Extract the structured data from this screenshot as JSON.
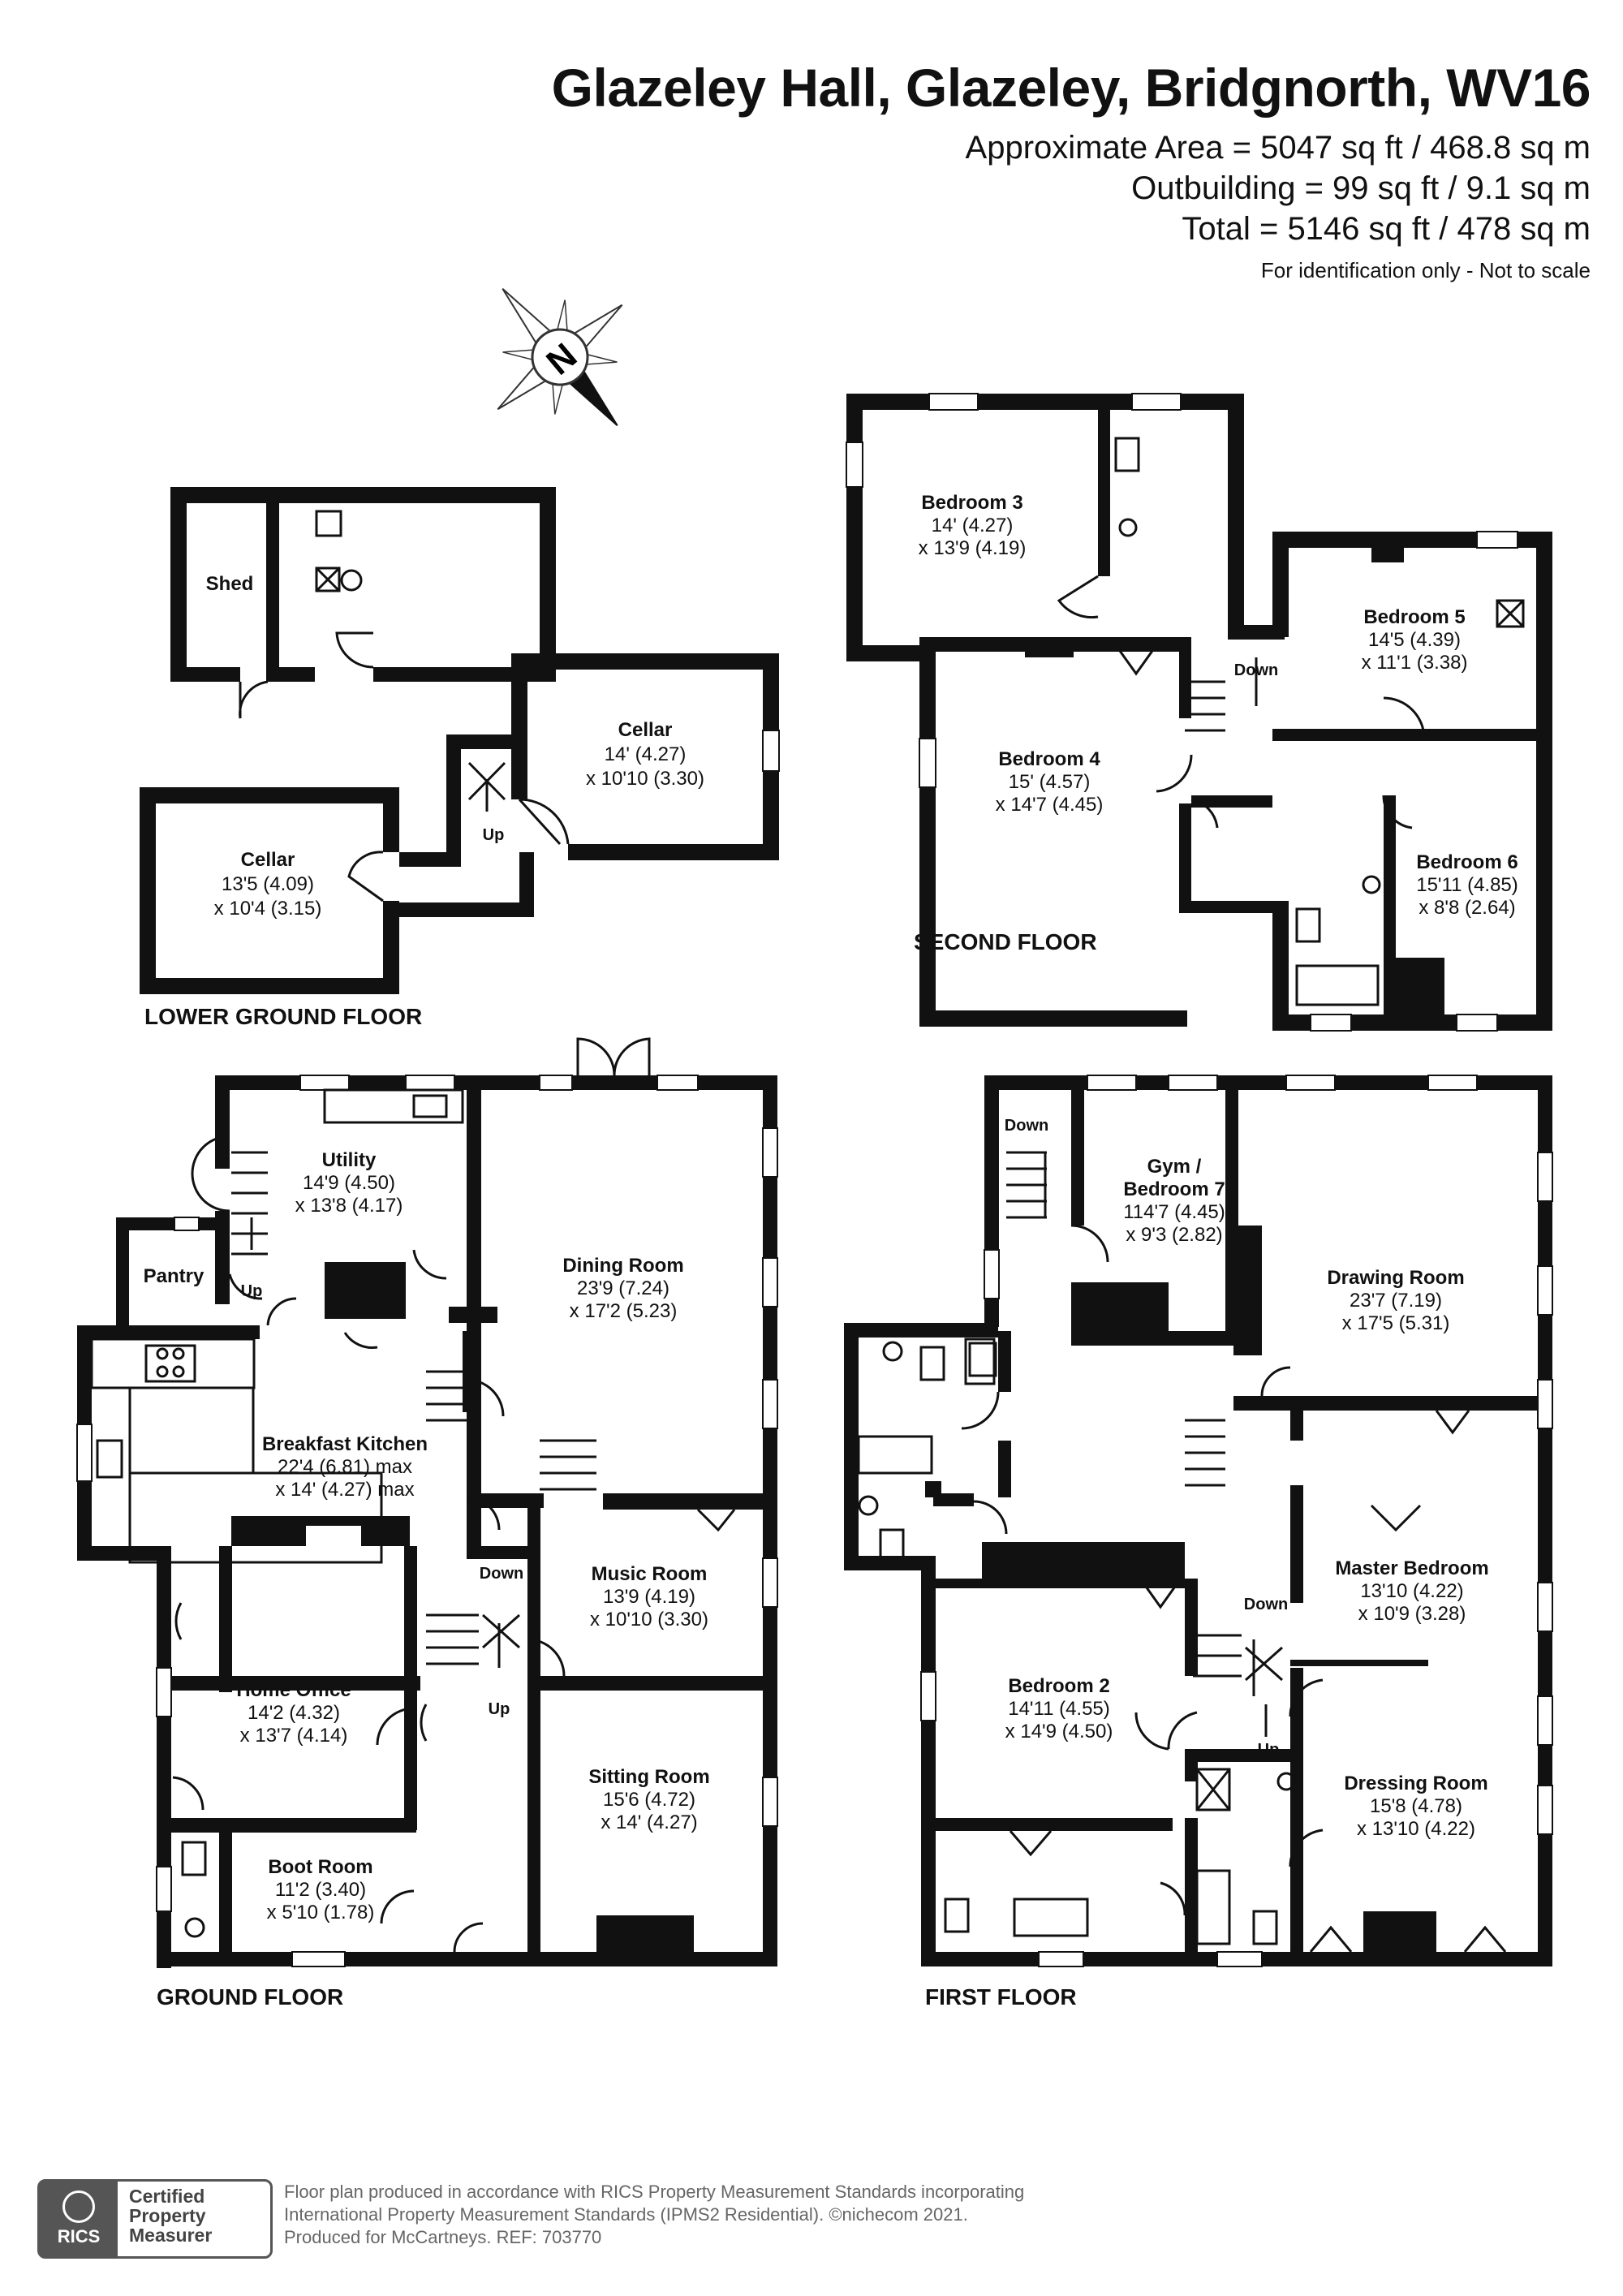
{
  "header": {
    "title": "Glazeley Hall, Glazeley, Bridgnorth, WV16",
    "area_main": "Approximate Area = 5047 sq ft / 468.8 sq m",
    "area_outbuilding": "Outbuilding = 99 sq ft / 9.1 sq m",
    "area_total": "Total = 5146 sq ft / 478 sq m",
    "note": "For identification only - Not to scale"
  },
  "compass": {
    "letter": "N"
  },
  "floors": {
    "lower_ground": "LOWER GROUND FLOOR",
    "ground": "GROUND FLOOR",
    "first": "FIRST FLOOR",
    "second": "SECOND FLOOR"
  },
  "outbuilding": {
    "shed": "Shed"
  },
  "lower_ground": {
    "cellar1": {
      "name": "Cellar",
      "d1": "13'5 (4.09)",
      "d2": "x 10'4 (3.15)"
    },
    "cellar2": {
      "name": "Cellar",
      "d1": "14' (4.27)",
      "d2": "x 10'10 (3.30)"
    },
    "up": "Up"
  },
  "ground": {
    "utility": {
      "name": "Utility",
      "d1": "14'9 (4.50)",
      "d2": "x 13'8 (4.17)"
    },
    "pantry": "Pantry",
    "dining": {
      "name": "Dining Room",
      "d1": "23'9 (7.24)",
      "d2": "x 17'2 (5.23)"
    },
    "kitchen": {
      "name": "Breakfast Kitchen",
      "d1": "22'4 (6.81) max",
      "d2": "x 14' (4.27) max"
    },
    "music": {
      "name": "Music Room",
      "d1": "13'9 (4.19)",
      "d2": "x 10'10 (3.30)"
    },
    "office": {
      "name": "Home Office",
      "d1": "14'2 (4.32)",
      "d2": "x 13'7 (4.14)"
    },
    "sitting": {
      "name": "Sitting Room",
      "d1": "15'6 (4.72)",
      "d2": "x 14' (4.27)"
    },
    "boot": {
      "name": "Boot Room",
      "d1": "11'2 (3.40)",
      "d2": "x 5'10 (1.78)"
    },
    "up1": "Up",
    "up2": "Up",
    "down": "Down"
  },
  "first": {
    "gym": {
      "name1": "Gym /",
      "name2": "Bedroom 7",
      "d1": "114'7 (4.45)",
      "d2": "x 9'3 (2.82)"
    },
    "drawing": {
      "name": "Drawing Room",
      "d1": "23'7 (7.19)",
      "d2": "x 17'5 (5.31)"
    },
    "master": {
      "name": "Master Bedroom",
      "d1": "13'10 (4.22)",
      "d2": "x 10'9 (3.28)"
    },
    "bed2": {
      "name": "Bedroom 2",
      "d1": "14'11 (4.55)",
      "d2": "x 14'9 (4.50)"
    },
    "dressing": {
      "name": "Dressing Room",
      "d1": "15'8 (4.78)",
      "d2": "x 13'10 (4.22)"
    },
    "down1": "Down",
    "down2": "Down",
    "up": "Up"
  },
  "second": {
    "bed3": {
      "name": "Bedroom 3",
      "d1": "14' (4.27)",
      "d2": "x 13'9 (4.19)"
    },
    "bed4": {
      "name": "Bedroom 4",
      "d1": "15' (4.57)",
      "d2": "x 14'7 (4.45)"
    },
    "bed5": {
      "name": "Bedroom 5",
      "d1": "14'5 (4.39)",
      "d2": "x 11'1 (3.38)"
    },
    "bed6": {
      "name": "Bedroom 6",
      "d1": "15'11 (4.85)",
      "d2": "x 8'8 (2.64)"
    },
    "down": "Down"
  },
  "footer": {
    "badge_word": "RICS",
    "badge_line1": "Certified",
    "badge_line2": "Property",
    "badge_line3": "Measurer",
    "line1": "Floor plan produced in accordance with RICS Property Measurement Standards incorporating",
    "line2": "International Property Measurement Standards (IPMS2 Residential).   ©nichecom 2021.",
    "line3": "Produced for McCartneys.   REF: 703770"
  }
}
